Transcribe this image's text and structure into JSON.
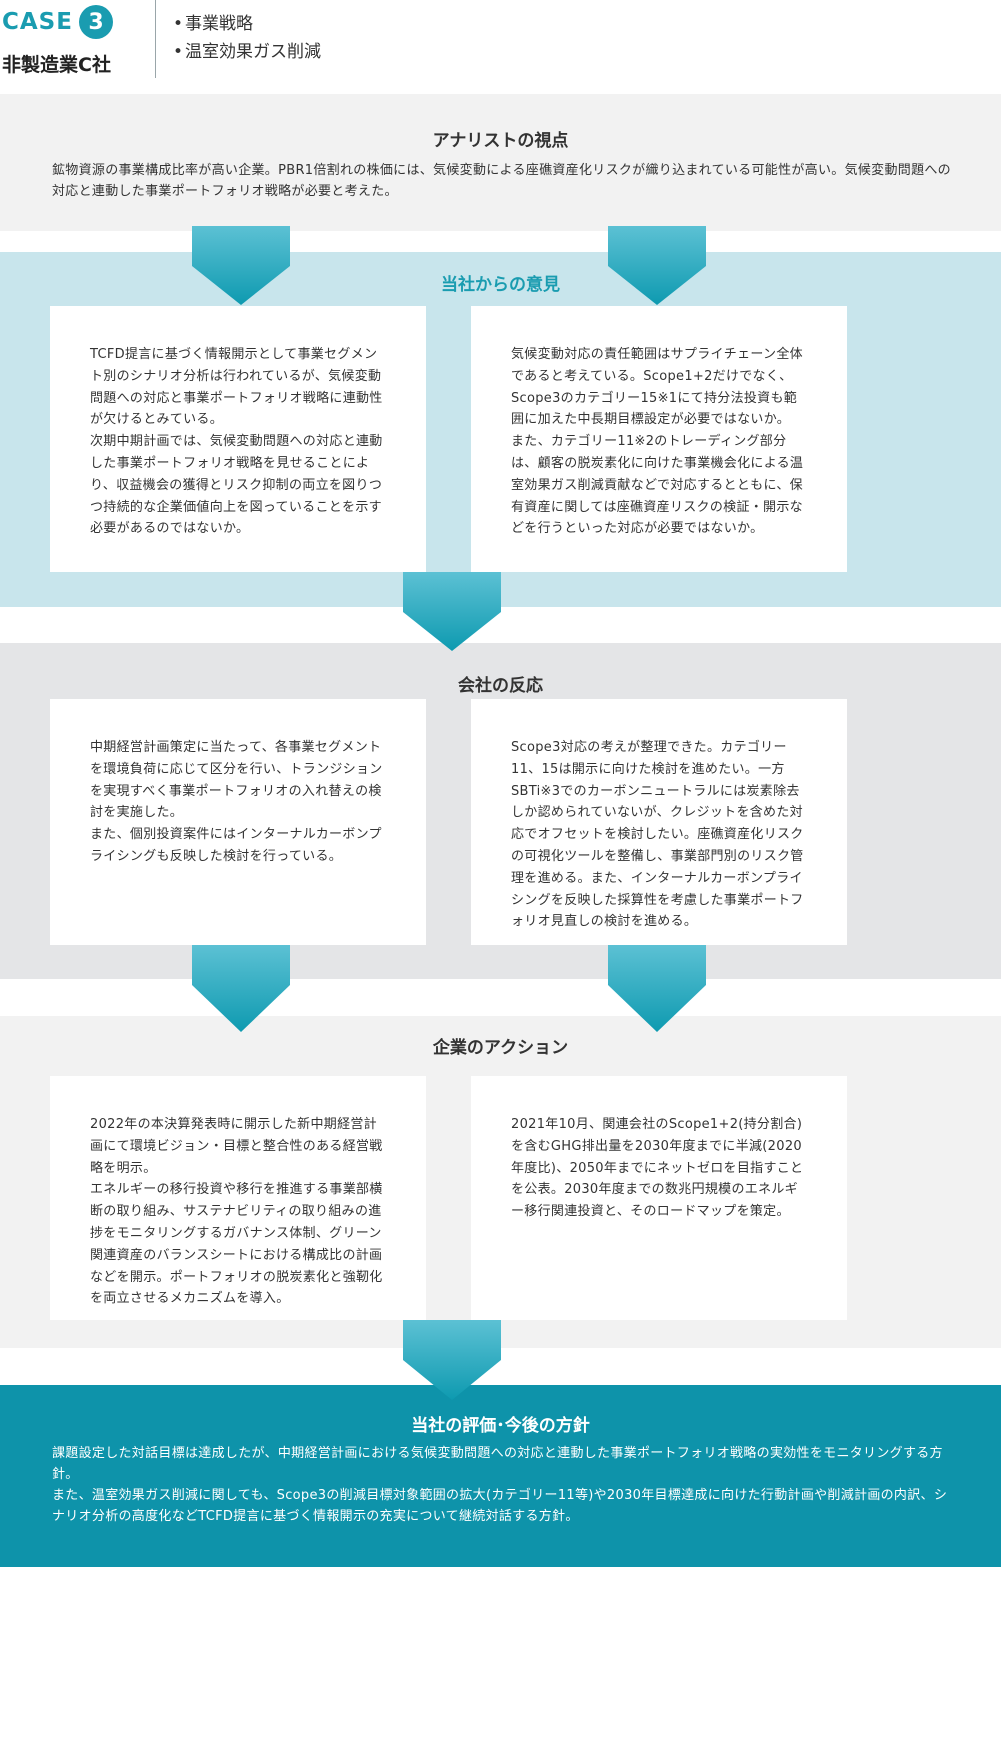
{
  "header": {
    "case_label": "CASE",
    "case_number": "3",
    "company": "非製造業C社",
    "tags": [
      "事業戦略",
      "温室効果ガス削減"
    ]
  },
  "analyst": {
    "title": "アナリストの視点",
    "body": "鉱物資源の事業構成比率が高い企業。PBR1倍割れの株価には、気候変動による座礁資産化リスクが織り込まれている可能性が高い。気候変動問題への対応と連動した事業ポートフォリオ戦略が必要と考えた。"
  },
  "opinion": {
    "title": "当社からの意見",
    "left": "TCFD提言に基づく情報開示として事業セグメント別のシナリオ分析は行われているが、気候変動問題への対応と事業ポートフォリオ戦略に連動性が欠けるとみている。\n次期中期計画では、気候変動問題への対応と連動した事業ポートフォリオ戦略を見せることにより、収益機会の獲得とリスク抑制の両立を図りつつ持続的な企業価値向上を図っていることを示す必要があるのではないか。",
    "right": "気候変動対応の責任範囲はサプライチェーン全体であると考えている。Scope1+2だけでなく、Scope3のカテゴリー15※1にて持分法投資も範囲に加えた中長期目標設定が必要ではないか。\nまた、カテゴリー11※2のトレーディング部分は、顧客の脱炭素化に向けた事業機会化による温室効果ガス削減貢献などで対応するとともに、保有資産に関しては座礁資産リスクの検証・開示などを行うといった対応が必要ではないか。"
  },
  "reaction": {
    "title": "会社の反応",
    "left": "中期経営計画策定に当たって、各事業セグメントを環境負荷に応じて区分を行い、トランジションを実現すべく事業ポートフォリオの入れ替えの検討を実施した。\nまた、個別投資案件にはインターナルカーボンプライシングも反映した検討を行っている。",
    "right": "Scope3対応の考えが整理できた。カテゴリー11、15は開示に向けた検討を進めたい。一方SBTi※3でのカーボンニュートラルには炭素除去しか認められていないが、クレジットを含めた対応でオフセットを検討したい。座礁資産化リスクの可視化ツールを整備し、事業部門別のリスク管理を進める。また、インターナルカーボンプライシングを反映した採算性を考慮した事業ポートフォリオ見直しの検討を進める。"
  },
  "action": {
    "title": "企業のアクション",
    "left": "2022年の本決算発表時に開示した新中期経営計画にて環境ビジョン・目標と整合性のある経営戦略を明示。\nエネルギーの移行投資や移行を推進する事業部横断の取り組み、サステナビリティの取り組みの進捗をモニタリングするガバナンス体制、グリーン関連資産のバランスシートにおける構成比の計画などを開示。ポートフォリオの脱炭素化と強靭化を両立させるメカニズムを導入。",
    "right": "2021年10月、関連会社のScope1+2(持分割合)を含むGHG排出量を2030年度までに半減(2020年度比)、2050年までにネットゼロを目指すことを公表。2030年度までの数兆円規模のエネルギー移行関連投資と、そのロードマップを策定。"
  },
  "evaluation": {
    "title": "当社の評価･今後の方針",
    "body": "課題設定した対話目標は達成したが、中期経営計画における気候変動問題への対応と連動した事業ポートフォリオ戦略の実効性をモニタリングする方針。\nまた、温室効果ガス削減に関しても、Scope3の削減目標対象範囲の拡大(カテゴリー11等)や2030年目標達成に向けた行動計画や削減計画の内訳、シナリオ分析の高度化などTCFD提言に基づく情報開示の充実について継続対話する方針。"
  },
  "colors": {
    "accent": "#1a9cb0",
    "opinion_band": "#c8e5ec",
    "reaction_band": "#e4e5e7",
    "light_band": "#f2f2f2",
    "evaluation_band": "#0e93aa"
  }
}
